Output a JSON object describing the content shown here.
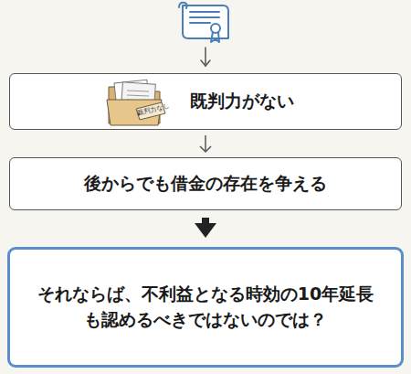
{
  "diagram": {
    "nodes": [
      {
        "text": [
          "既判力がない"
        ]
      },
      {
        "text": [
          "後からでも借金の存在を争える"
        ]
      },
      {
        "text": [
          "それならば、不利益となる時効の10年延長 も認めるべきではないのでは？"
        ]
      }
    ],
    "edges": [
      {
        "from": 0,
        "to": 1,
        "arrow": "to"
      },
      {
        "from": 1,
        "to": 2,
        "arrow": "to"
      }
    ],
    "labels": [
      "既判力なし"
    ]
  }
}
